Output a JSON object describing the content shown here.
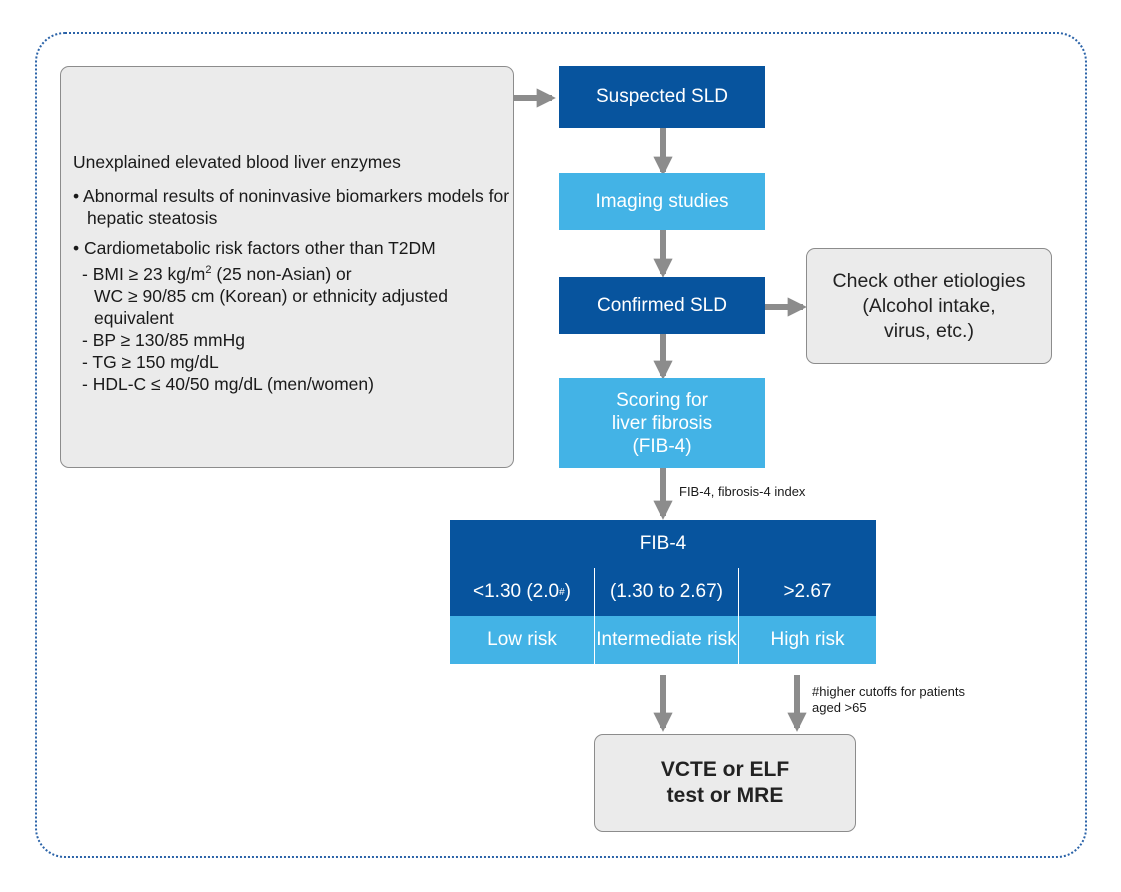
{
  "criteria": {
    "main": "Unexplained elevated blood liver enzymes",
    "bullet1": "• Abnormal results of noninvasive biomarkers models for hepatic steatosis",
    "bullet2": "• Cardiometabolic risk factors other than T2DM",
    "sub1_a": "- BMI ≥ 23 kg/m",
    "sub1_sup": "2",
    "sub1_b": " (25 non-Asian) or",
    "sub1_cont": "WC ≥ 90/85 cm (Korean) or ethnicity adjusted equivalent",
    "sub2": "- BP ≥ 130/85 mmHg",
    "sub3": "- TG ≥ 150 mg/dL",
    "sub4": "- HDL-C ≤ 40/50 mg/dL (men/women)"
  },
  "flow": {
    "suspected": "Suspected SLD",
    "imaging": "Imaging studies",
    "confirmed": "Confirmed SLD",
    "scoring": "Scoring for\nliver fibrosis\n(FIB-4)",
    "other_etiologies": "Check other etiologies\n(Alcohol intake,\nvirus, etc.)",
    "fib4_note": "FIB-4, fibrosis-4 index",
    "outcome": "VCTE or ELF\ntest or MRE",
    "cutoff_note": "#higher cutoffs for patients\naged >65"
  },
  "fib4_table": {
    "title": "FIB-4",
    "low_threshold_text": "<1.30 (2.0",
    "low_threshold_sup": "#",
    "low_threshold_close": ")",
    "mid_threshold": "(1.30 to 2.67)",
    "high_threshold": ">2.67",
    "low_risk": "Low risk",
    "mid_risk": "Intermediate risk",
    "high_risk": "High risk"
  },
  "colors": {
    "dark_blue": "#07549e",
    "light_blue": "#43b3e6",
    "grey_box": "#ebebeb",
    "arrow_grey": "#8c8c8c",
    "frame_border": "#2b63a8"
  }
}
